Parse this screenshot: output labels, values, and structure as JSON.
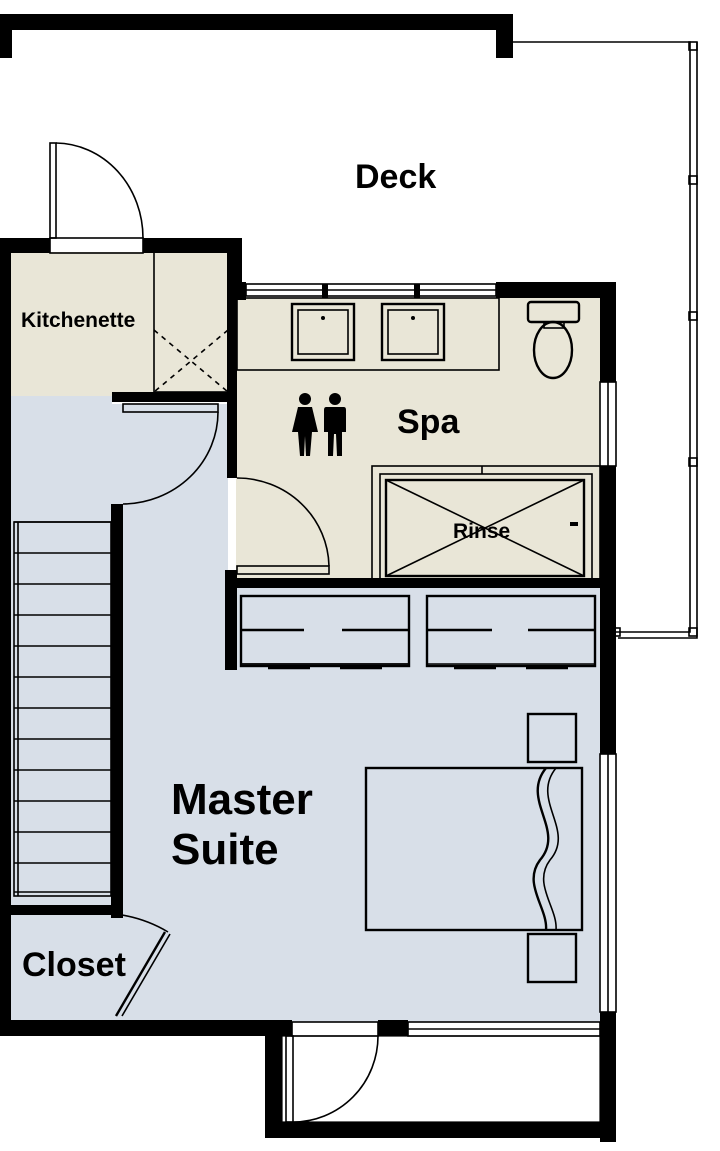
{
  "rooms": {
    "deck": "Deck",
    "kitchenette": "Kitchenette",
    "spa": "Spa",
    "rinse": "Rinse",
    "master_suite_line1": "Master",
    "master_suite_line2": "Suite",
    "closet": "Closet"
  },
  "colors": {
    "suite_fill": "#d8dfe8",
    "wet_fill": "#e9e6d7",
    "wall": "#000000",
    "background": "#ffffff"
  },
  "icons": [
    "restroom-icon",
    "toilet-icon",
    "sink-icon",
    "bed-icon",
    "door-swing-icon",
    "stairs-icon"
  ]
}
